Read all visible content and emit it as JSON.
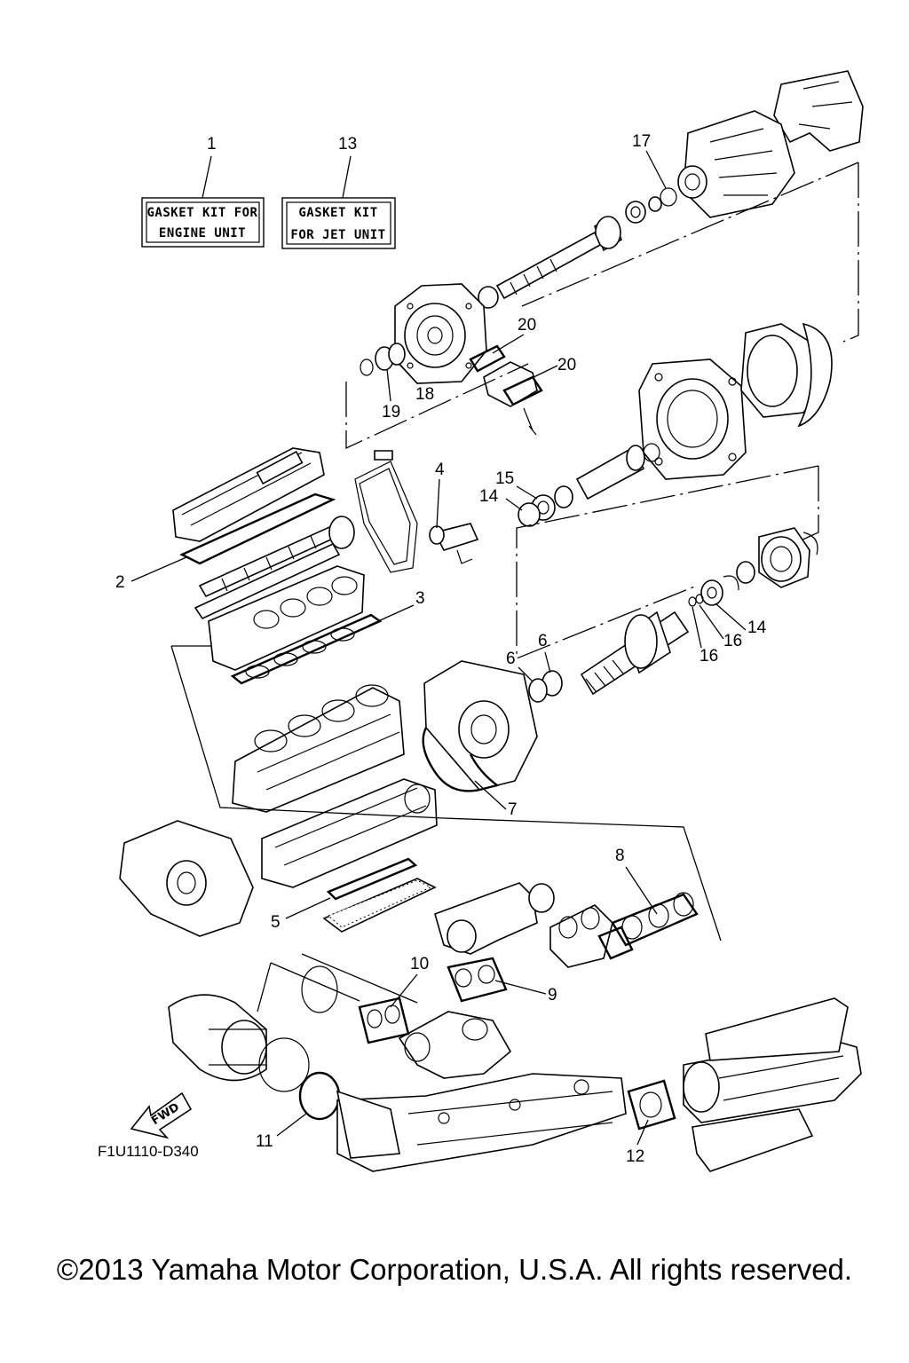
{
  "kits": [
    {
      "number": "1",
      "line1": "GASKET KIT FOR",
      "line2": "ENGINE UNIT"
    },
    {
      "number": "13",
      "line1": "GASKET KIT",
      "line2": "FOR JET UNIT"
    }
  ],
  "callouts": [
    "2",
    "3",
    "4",
    "5",
    "6",
    "6",
    "7",
    "8",
    "9",
    "10",
    "11",
    "12",
    "14",
    "14",
    "15",
    "16",
    "16",
    "17",
    "18",
    "19",
    "20",
    "20"
  ],
  "diagram_code": "F1U1110-D340",
  "fwd_label": "FWD",
  "copyright": "©2013 Yamaha Motor Corporation, U.S.A. All rights reserved."
}
